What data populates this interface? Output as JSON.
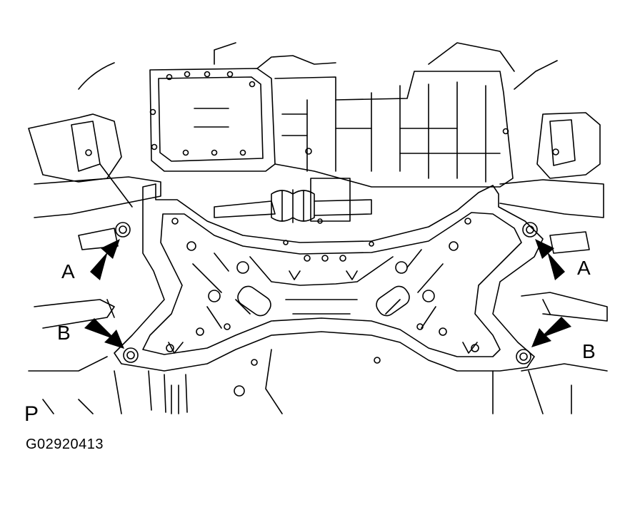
{
  "diagram": {
    "labels": {
      "left_upper": "A",
      "right_upper": "A",
      "left_lower": "B",
      "right_lower": "B"
    },
    "view_marker": "P",
    "figure_id": "G02920413",
    "colors": {
      "line": "#000000",
      "fill": "#ffffff",
      "arrow": "#000000"
    }
  }
}
